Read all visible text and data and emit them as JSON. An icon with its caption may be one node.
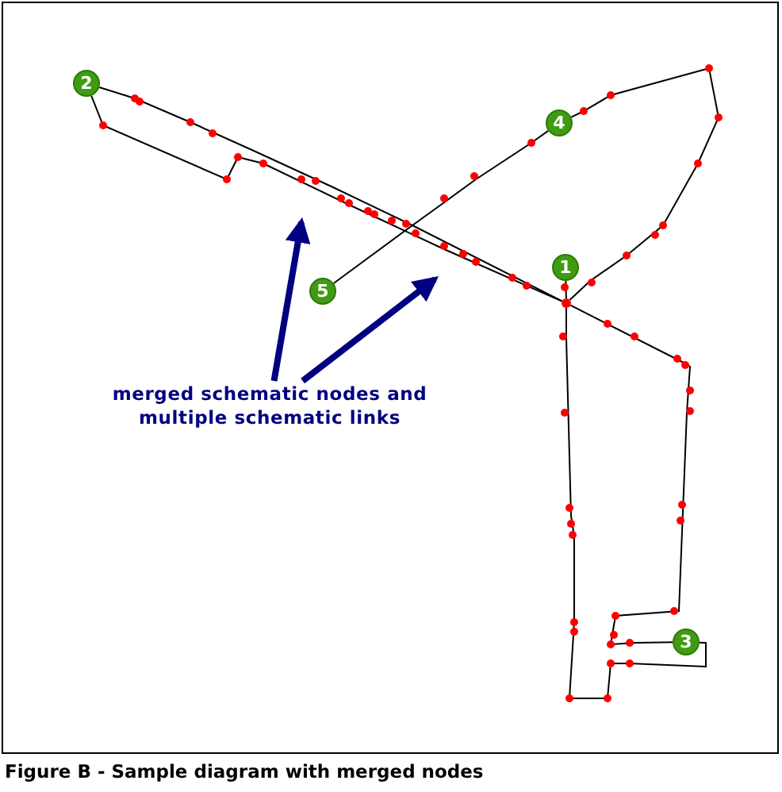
{
  "diagram": {
    "caption": "Figure B - Sample diagram with merged nodes",
    "nodes": [
      {
        "text": [
          "1"
        ]
      },
      {
        "text": [
          "2"
        ]
      },
      {
        "text": [
          "3"
        ]
      },
      {
        "text": [
          "4"
        ]
      },
      {
        "text": [
          "5"
        ]
      },
      {
        "text": [],
        "shape": "circle"
      },
      {
        "text": [
          "merged schematic nodes and multiple schematic links"
        ]
      }
    ],
    "edges": [
      {
        "from": 1,
        "to": 5,
        "arrow": "none"
      },
      {
        "from": 1,
        "to": 5,
        "arrow": "none"
      },
      {
        "from": 0,
        "to": 5,
        "arrow": "none"
      },
      {
        "from": 5,
        "to": 2,
        "arrow": "none"
      },
      {
        "from": 5,
        "to": 2,
        "arrow": "none"
      },
      {
        "from": 4,
        "to": 3,
        "arrow": "none"
      },
      {
        "from": 3,
        "to": 5,
        "arrow": "none"
      },
      {
        "from": 6,
        "to": null,
        "arrow": "to",
        "style": "thick",
        "color": "#000080"
      },
      {
        "from": 6,
        "to": null,
        "arrow": "to",
        "style": "thick",
        "color": "#000080"
      }
    ]
  }
}
